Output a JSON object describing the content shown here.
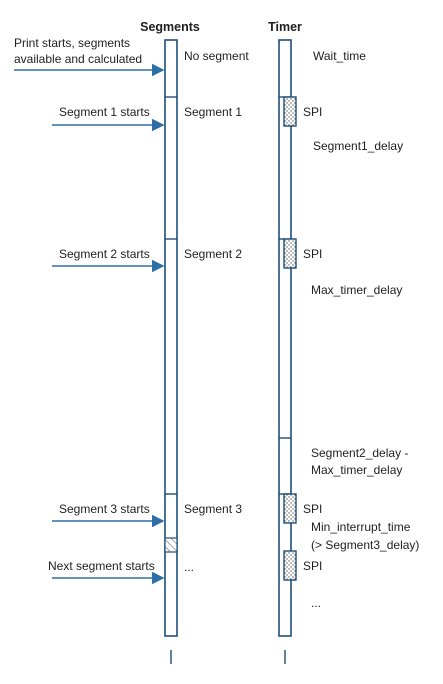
{
  "headers": {
    "segments": "Segments",
    "timer": "Timer"
  },
  "events": {
    "print_start_line1": "Print starts, segments",
    "print_start_line2": "available and calculated",
    "seg1": "Segment 1 starts",
    "seg2": "Segment 2 starts",
    "seg3": "Segment 3 starts",
    "next": "Next segment starts"
  },
  "segments": {
    "none": "No segment",
    "s1": "Segment 1",
    "s2": "Segment 2",
    "s3": "Segment 3",
    "more": "..."
  },
  "timer": {
    "wait": "Wait_time",
    "spi": "SPI",
    "seg1_delay": "Segment1_delay",
    "max_timer_delay": "Max_timer_delay",
    "seg2_delay_line1": "Segment2_delay -",
    "seg2_delay_line2": "Max_timer_delay",
    "min_interrupt_line1": "Min_interrupt_time",
    "min_interrupt_line2": "(> Segment3_delay)",
    "more": "..."
  }
}
